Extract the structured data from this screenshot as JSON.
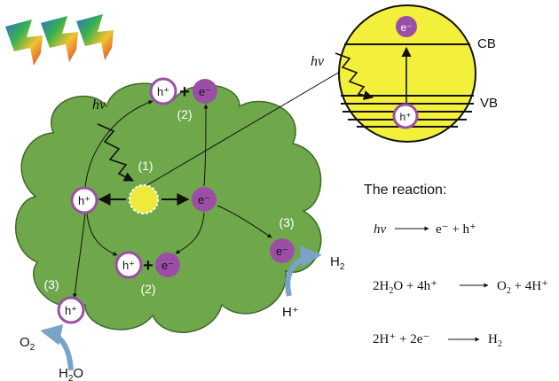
{
  "diagram": {
    "hv": "hv",
    "hole": "h⁺",
    "electron": "e⁻",
    "plus": "+",
    "step_1": "(1)",
    "step_2": "(2)",
    "step_3": "(3)",
    "o2_main": "O",
    "o2_sub": "2",
    "h2o_main": "H",
    "h2o_sub": "2",
    "h2o_tail": "O",
    "h2_main": "H",
    "h2_sub": "2",
    "h_plus": "H⁺"
  },
  "band_diagram": {
    "cb_label": "CB",
    "vb_label": "VB",
    "hv": "hv",
    "electron": "e⁻",
    "hole": "h⁺"
  },
  "reactions": {
    "title": "The reaction:",
    "r1": {
      "left": "hv",
      "right": "e⁻ + h⁺"
    },
    "r2": {
      "left_a": "2H",
      "left_a_sub": "2",
      "left_b": "O + 4h⁺",
      "right_a": "O",
      "right_a_sub": "2",
      "right_b": " + 4H⁺"
    },
    "r3": {
      "left": "2H⁺ + 2e⁻",
      "right_a": "H",
      "right_a_sub": "2"
    }
  },
  "colors": {
    "particle_green": "#6ea84a",
    "particle_outline": "#3f6a2a",
    "electron_purple": "#9c4ea6",
    "band_yellow": "#f2f03a",
    "excitation_yellow": "#eeea3c",
    "flow_arrow_blue": "#7aa3c9"
  }
}
